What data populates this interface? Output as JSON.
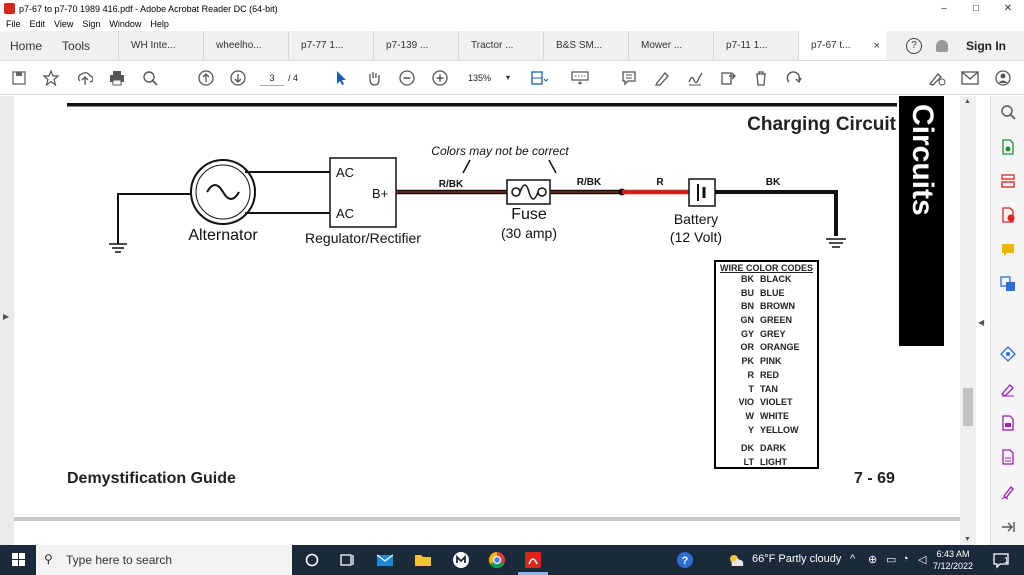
{
  "window": {
    "title": "p7-67 to p7-70 1989 416.pdf - Adobe Acrobat Reader DC (64-bit)",
    "controls": [
      "–",
      "□",
      "✕"
    ]
  },
  "menu": [
    "File",
    "Edit",
    "View",
    "Sign",
    "Window",
    "Help"
  ],
  "tabs": {
    "home": "Home",
    "tools": "Tools",
    "documents": [
      "WH Inte...",
      "wheelho...",
      "p7-77 1...",
      "p7-139 ...",
      "Tractor ...",
      "B&S SM...",
      "Mower ...",
      "p7-11 1...",
      "p7-67 t..."
    ],
    "active_index": 8,
    "close_glyph": "×",
    "help_glyph": "?",
    "sign_in": "Sign In"
  },
  "toolbar": {
    "page_current": "3",
    "page_total": "/ 4",
    "zoom": "135%",
    "icons": [
      "save-icon",
      "bookmark-star-icon",
      "upload-icon",
      "print-icon",
      "search-doc-icon",
      "page-up-icon",
      "page-down-icon",
      "select-arrow-icon",
      "hand-tool-icon",
      "zoom-out-icon",
      "zoom-in-icon",
      "fit-page-icon",
      "keyboard-icon",
      "comment-icon",
      "highlight-pen-icon",
      "sign-icon",
      "stamp-icon",
      "delete-icon",
      "rotate-icon",
      "pen-link-icon",
      "email-icon",
      "share-user-icon"
    ]
  },
  "document": {
    "page_title": "Charging Circuit",
    "side_band": "Circuits",
    "note": "Colors may not be correct",
    "alternator": "Alternator",
    "regulator": "Regulator/Rectifier",
    "ac_top": "AC",
    "ac_bottom": "AC",
    "b_plus": "B+",
    "wire_rbk_1": "R/BK",
    "wire_rbk_2": "R/BK",
    "wire_r": "R",
    "wire_bk": "BK",
    "fuse": "Fuse",
    "fuse_rating": "(30 amp)",
    "battery": "Battery",
    "battery_volt": "(12 Volt)",
    "footer_left": "Demystification Guide",
    "footer_right": "7 - 69",
    "wire_codes": {
      "title": "WIRE COLOR CODES",
      "rows": [
        {
          "code": "BK",
          "name": "BLACK"
        },
        {
          "code": "BU",
          "name": "BLUE"
        },
        {
          "code": "BN",
          "name": "BROWN"
        },
        {
          "code": "GN",
          "name": "GREEN"
        },
        {
          "code": "GY",
          "name": "GREY"
        },
        {
          "code": "OR",
          "name": "ORANGE"
        },
        {
          "code": "PK",
          "name": "PINK"
        },
        {
          "code": "R",
          "name": "RED"
        },
        {
          "code": "T",
          "name": "TAN"
        },
        {
          "code": "VIO",
          "name": "VIOLET"
        },
        {
          "code": "W",
          "name": "WHITE"
        },
        {
          "code": "Y",
          "name": "YELLOW"
        }
      ],
      "rows_extra": [
        {
          "code": "DK",
          "name": "DARK"
        },
        {
          "code": "LT",
          "name": "LIGHT"
        }
      ]
    }
  },
  "taskbar": {
    "search_placeholder": "Type here to search",
    "weather": "66°F  Partly cloudy",
    "time": "6:43 AM",
    "date": "7/12/2022"
  },
  "colors": {
    "wire_red_black": "#5a1a14",
    "wire_red": "#d41f1f",
    "acrobat_red": "#d9251c",
    "taskbar": "#1b2a3b"
  }
}
